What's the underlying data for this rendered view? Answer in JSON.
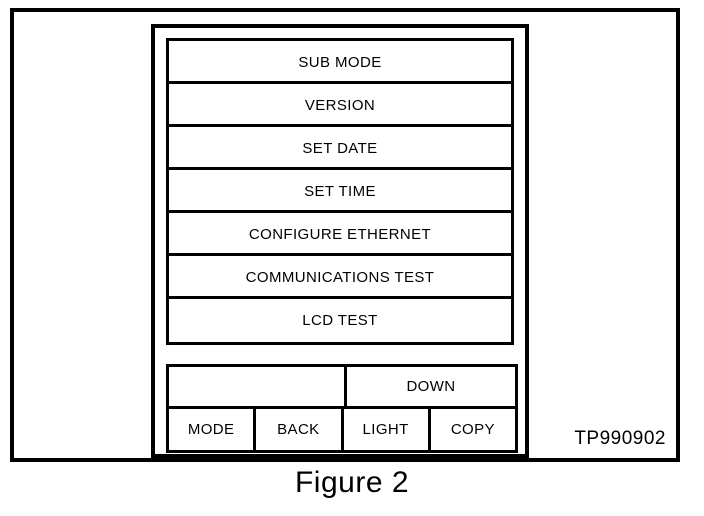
{
  "figure": {
    "caption": "Figure 2",
    "drawing_code": "TP990902"
  },
  "device": {
    "screen": {
      "menu_items": [
        {
          "label": "SUB MODE"
        },
        {
          "label": "VERSION"
        },
        {
          "label": "SET DATE"
        },
        {
          "label": "SET TIME"
        },
        {
          "label": "CONFIGURE ETHERNET"
        },
        {
          "label": "COMMUNICATIONS TEST"
        },
        {
          "label": "LCD TEST"
        }
      ]
    },
    "softkeys": {
      "left_label": "",
      "right_label": "DOWN"
    },
    "keypad": [
      {
        "label": "MODE"
      },
      {
        "label": "BACK"
      },
      {
        "label": "LIGHT"
      },
      {
        "label": "COPY"
      }
    ]
  },
  "colors": {
    "ink": "#000000",
    "paper": "#ffffff"
  }
}
